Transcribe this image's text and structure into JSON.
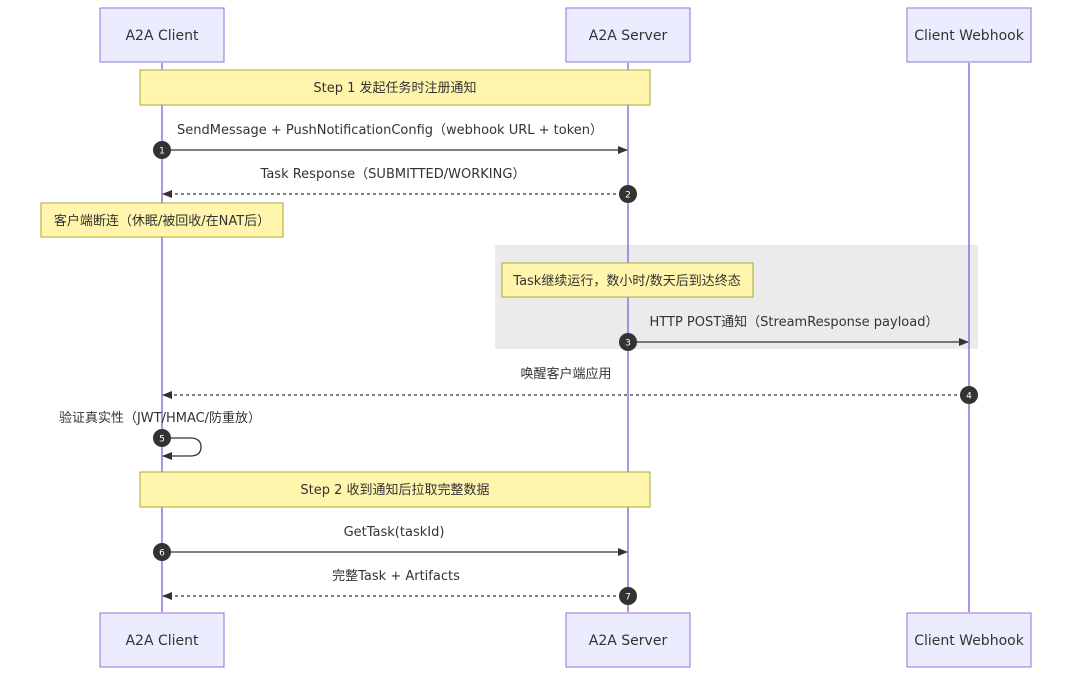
{
  "participants": [
    {
      "id": "client",
      "label": "A2A Client"
    },
    {
      "id": "server",
      "label": "A2A Server"
    },
    {
      "id": "webhook",
      "label": "Client Webhook"
    }
  ],
  "notes": {
    "step1": "Step 1 发起任务时注册通知",
    "disconnect": "客户端断连（休眠/被回收/在NAT后）",
    "running": "Task继续运行，数小时/数天后到达终态",
    "step2": "Step 2 收到通知后拉取完整数据"
  },
  "messages": [
    {
      "seq": "1",
      "text": "SendMessage + PushNotificationConfig（webhook URL + token）"
    },
    {
      "seq": "2",
      "text": "Task Response（SUBMITTED/WORKING）"
    },
    {
      "seq": "3",
      "text": "HTTP POST通知（StreamResponse payload）"
    },
    {
      "seq": "4",
      "text": "唤醒客户端应用"
    },
    {
      "seq": "5",
      "text": "验证真实性（JWT/HMAC/防重放）"
    },
    {
      "seq": "6",
      "text": "GetTask(taskId)"
    },
    {
      "seq": "7",
      "text": "完整Task + Artifacts"
    }
  ],
  "colors": {
    "participant_fill": "#ECECFF",
    "participant_stroke": "#9370DB",
    "lifeline": "#9370DB",
    "note_fill": "#FFF5AD",
    "note_stroke": "#AAAA33",
    "loop_fill": "#EBEBEB",
    "arrow": "#333333",
    "badge": "#333333"
  }
}
